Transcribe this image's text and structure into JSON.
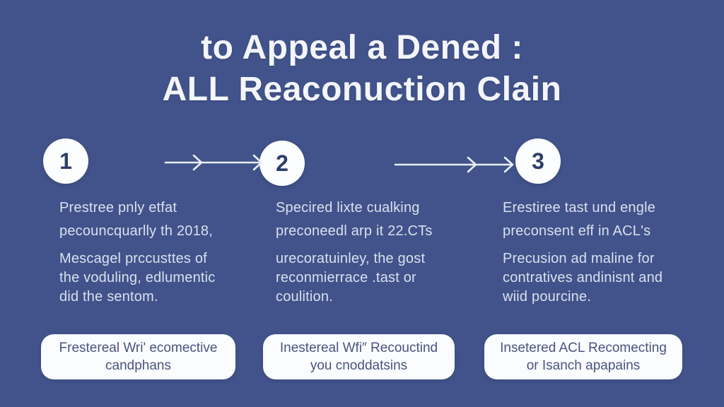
{
  "colors": {
    "background": "#41538A",
    "title_text": "#F3F5FA",
    "body_text": "#D9E0EF",
    "circle_background": "#FCFDFE",
    "circle_number": "#2C3F6B",
    "box_background": "#FBFCFE",
    "box_text": "#47557F",
    "arrow": "#EAEEF7"
  },
  "title": {
    "line1": "to Appeal a Dened :",
    "line2": "ALL Reaconuction Clain"
  },
  "steps": [
    {
      "number": "1",
      "para1": [
        "Prestree pnly etfat",
        "pecouncquarlly th 2018,"
      ],
      "para2": [
        "Mescagel prccusttes of",
        "the voduling, edlumentic",
        "did the sentom."
      ],
      "footer": [
        "Frestereal Wri' ecomective",
        "candphans"
      ]
    },
    {
      "number": "2",
      "para1": [
        "Specired lixte cualking",
        "preconeedl arp it 22.CTs"
      ],
      "para2": [
        "urecoratuinley, the gost",
        "reconmierrace .tast or",
        "coulition."
      ],
      "footer": [
        "Inestereal Wfi″ Recouctind",
        "you cnoddatsins"
      ]
    },
    {
      "number": "3",
      "para1": [
        "Erestiree tast und engle",
        "preconsent eff in ACL's"
      ],
      "para2": [
        "Precusion ad maline for",
        "contratives andinisnt and",
        "wiid pourcine."
      ],
      "footer": [
        "Insetered ACL Recomecting",
        "or Isanch apapains"
      ]
    }
  ]
}
